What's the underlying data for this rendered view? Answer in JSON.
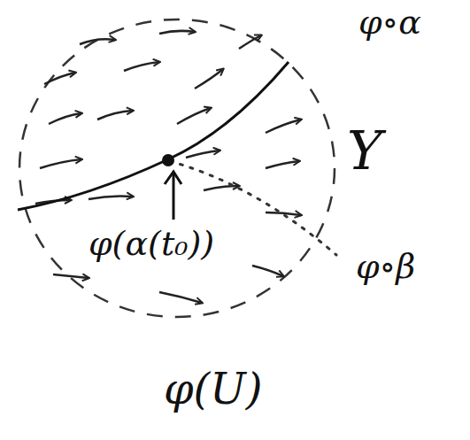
{
  "diagram": {
    "labels": [
      "φ∘α",
      "Y",
      "φ(α(t₀))",
      "φ∘β",
      "φ(U)"
    ]
  }
}
